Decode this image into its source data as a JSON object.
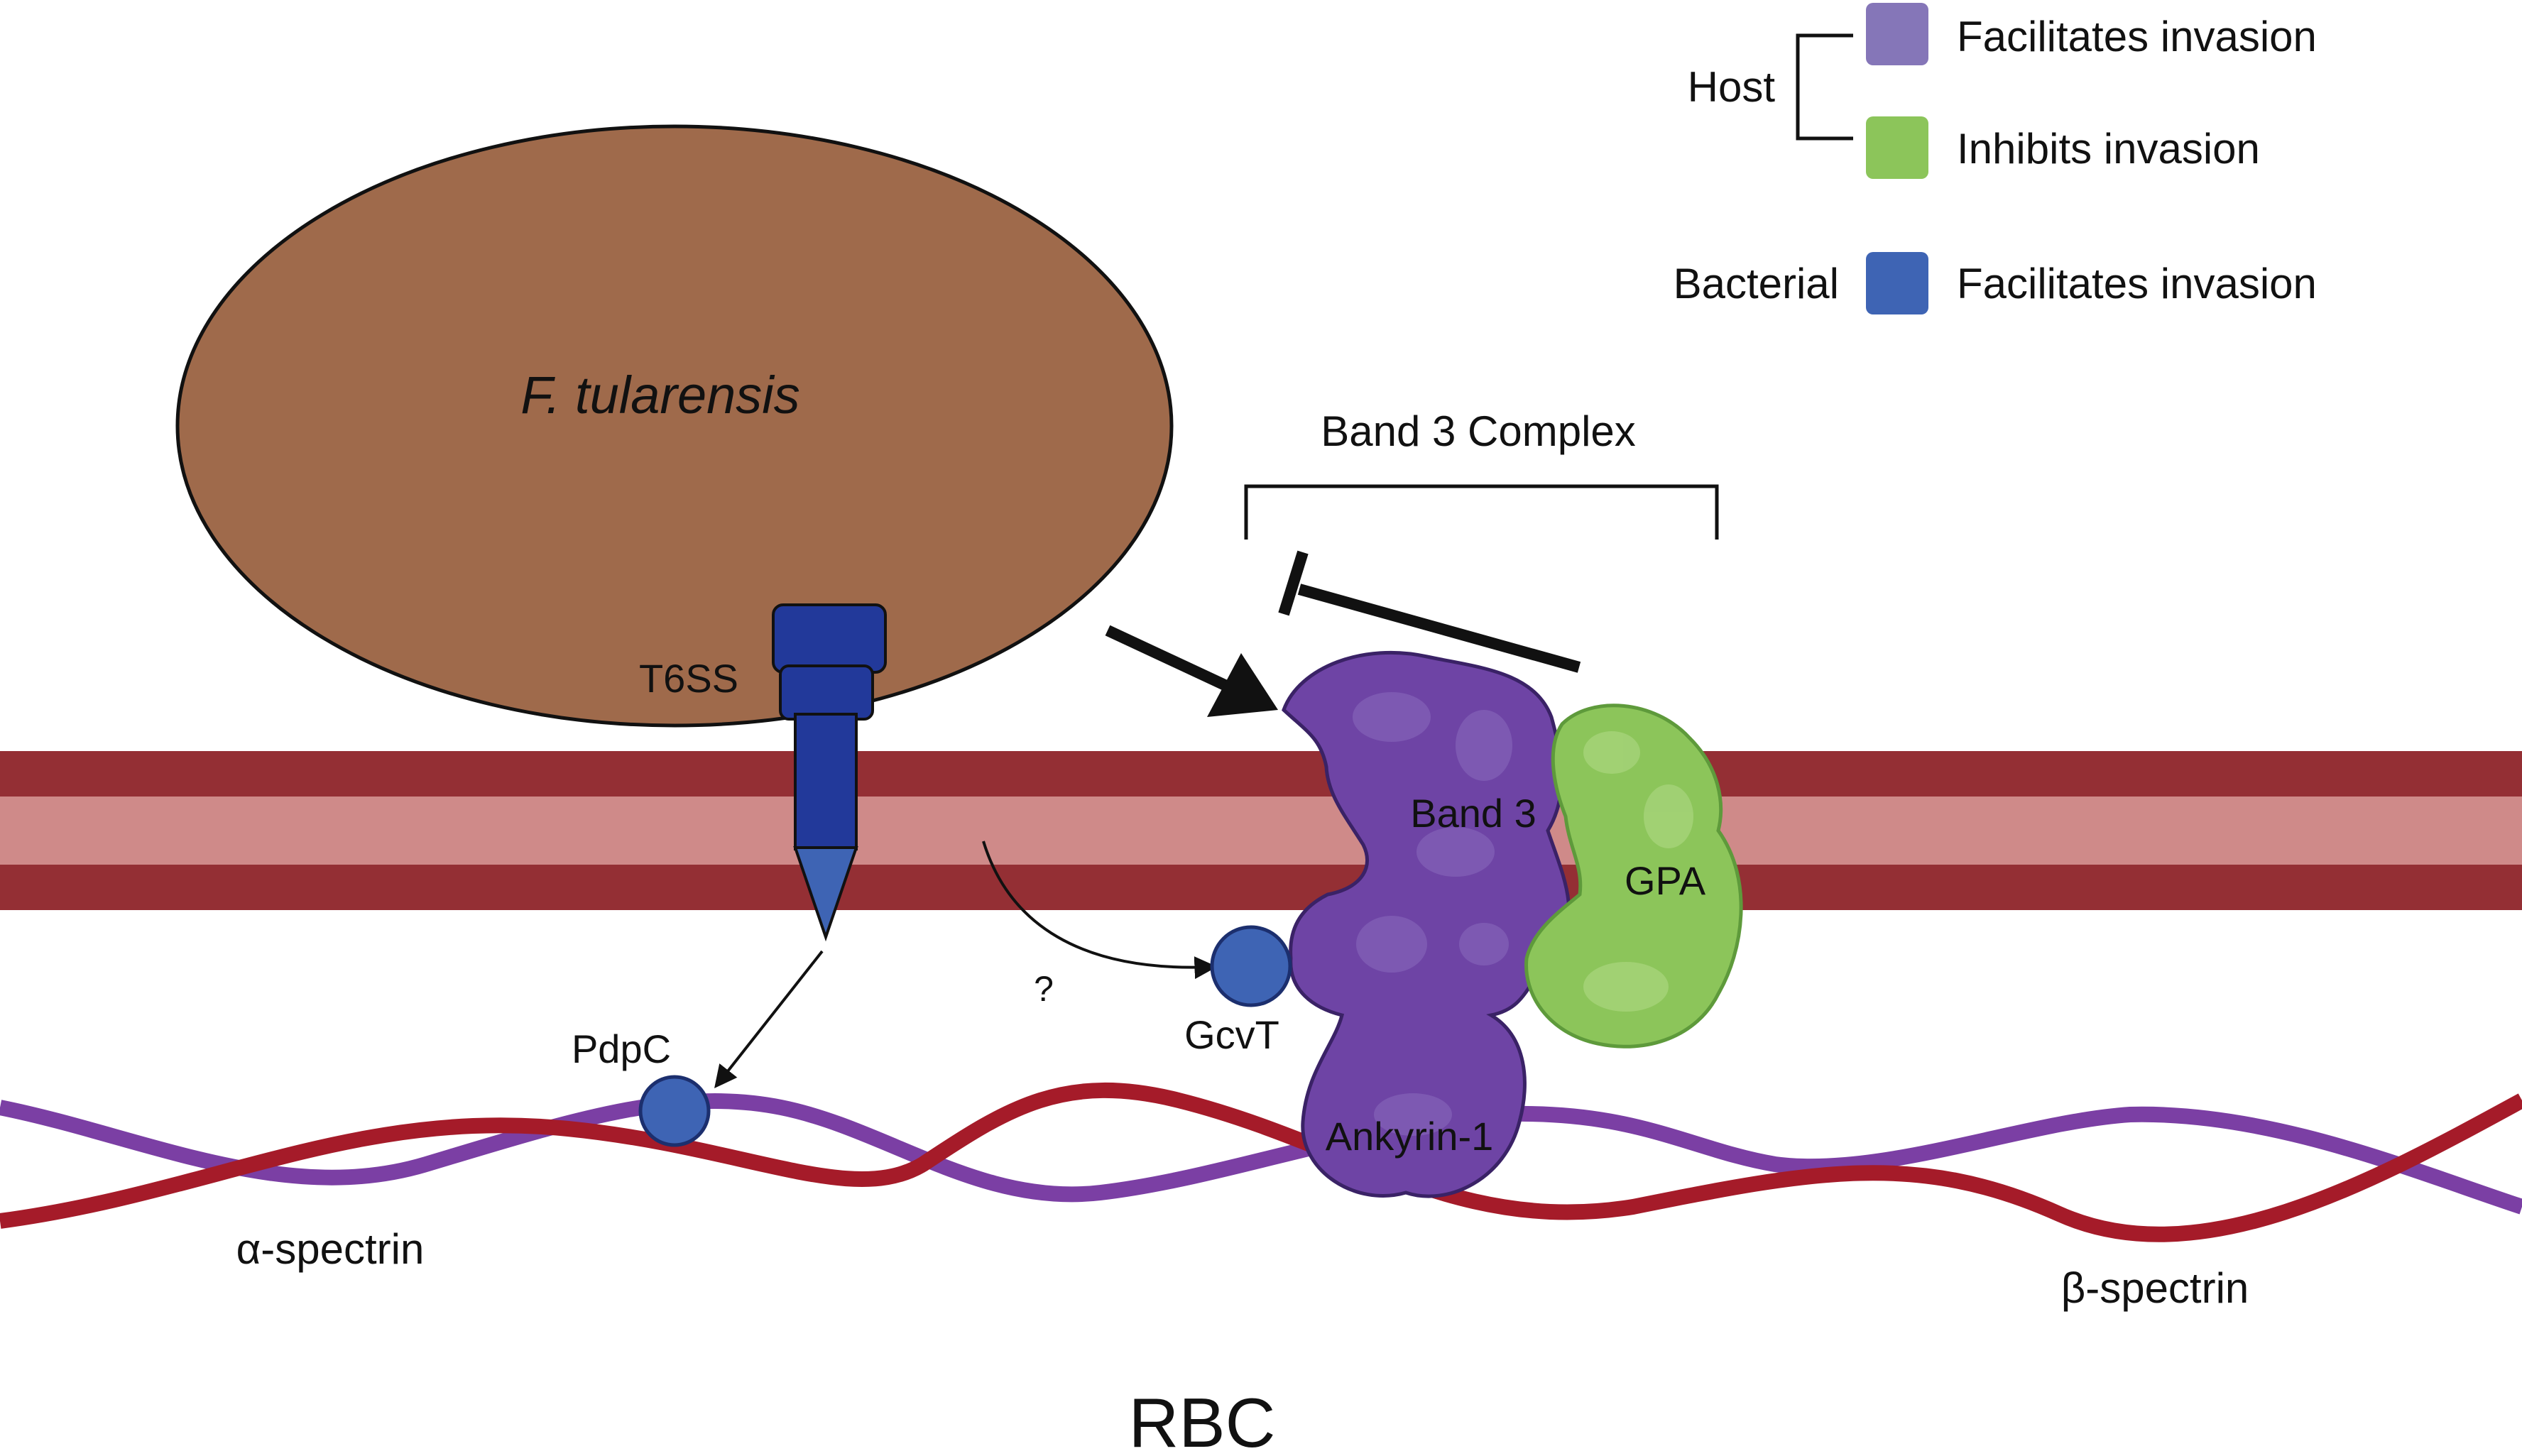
{
  "legend": {
    "host_label": "Host",
    "bacterial_label": "Bacterial",
    "items": [
      {
        "text": "Facilitates invasion",
        "color": "#8576b8"
      },
      {
        "text": "Inhibits invasion",
        "color": "#8cc55a"
      },
      {
        "text": "Facilitates invasion",
        "color": "#3e64b4"
      }
    ]
  },
  "labels": {
    "bacterium": "F. tularensis",
    "t6ss": "T6SS",
    "complex": "Band 3 Complex",
    "band3": "Band 3",
    "gpa": "GPA",
    "gcvt": "GcvT",
    "pdpc": "PdpC",
    "ankyrin": "Ankyrin-1",
    "question": "?",
    "alpha_spectrin": "α-spectrin",
    "beta_spectrin": "β-spectrin",
    "rbc": "RBC"
  },
  "colors": {
    "bacterium": "#9f6a4b",
    "membrane_outer": "#942f34",
    "membrane_inner": "#cf8a89",
    "t6ss": "#22399a",
    "band3": "#6e44a5",
    "gpa": "#8cc55a",
    "bacterial_protein": "#3e64b4",
    "alpha_spectrin": "#7b3fa4",
    "beta_spectrin": "#a51b29"
  }
}
